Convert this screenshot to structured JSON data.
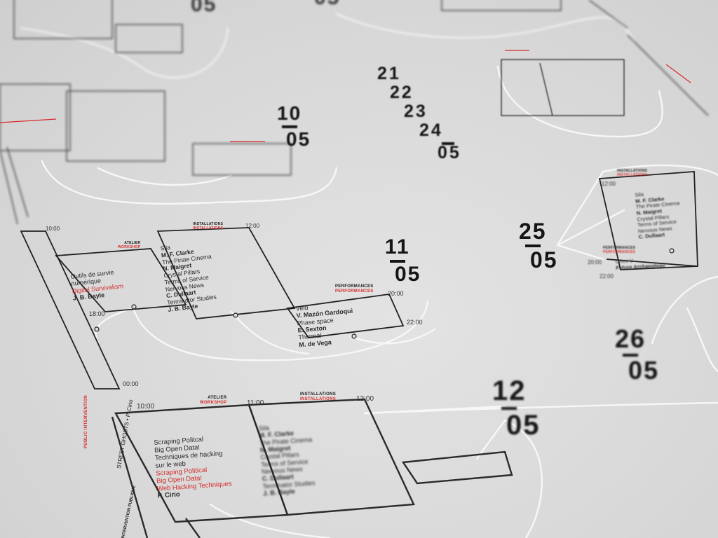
{
  "dates": {
    "top_group": [
      "21",
      "22",
      "23",
      "24",
      "05"
    ],
    "d10": {
      "day": "10",
      "month": "05"
    },
    "d11": {
      "day": "11",
      "month": "05"
    },
    "d12": {
      "day": "12",
      "month": "05"
    },
    "d25": {
      "day": "25",
      "month": "05"
    },
    "d26": {
      "day": "26",
      "month": "05"
    },
    "top_cut": "05"
  },
  "times": {
    "t1000": "10:00",
    "t1100": "11:00",
    "t1200": "12:00",
    "t1800": "18:00",
    "t2000": "20:00",
    "t2200": "22:00",
    "t0000": "00:00"
  },
  "labels": {
    "atelier": "ATELIER",
    "workshop": "WORKSHOP",
    "installations_fr": "INSTALLATIONS",
    "installations_en": "INSTALLATIONS",
    "performances_fr": "PERFORMANCES",
    "performances_en": "PERFORMANCES",
    "public_intervention": "PUBLIC INTERVENTION",
    "intervention_publique": "INTERVENTION PUBLIQUE",
    "street_ghosts": "STREET GHOSTS • P. Cirio"
  },
  "workshop_block": {
    "lines": [
      "Scraping Politcal",
      "Big Open Data!",
      "Techniques de hacking",
      "sur le web"
    ],
    "red_lines": [
      "Scraping Political",
      "Big Open Data!",
      "Web Hacking Techniques"
    ],
    "author": "P. Cirio"
  },
  "install_block": {
    "lines": [
      "Sila",
      "M. F. Clarke",
      "The Pirate Cinema",
      "N. Maigret",
      "Crystal Pillars",
      "Terms of Service",
      "Nervous News",
      "C. Dullaart",
      "Terminator Studies",
      "J. B. Bayle"
    ]
  },
  "mid_workshop": {
    "lines": [
      "Outils de survie",
      "numérique"
    ],
    "red": "Digital Survivalism",
    "author": "J. B. Bayle"
  },
  "perf_block": {
    "lines": [
      "Veld",
      "V. Mazón Gardoqui",
      "Phase space",
      "E. Sexton",
      "Thermal",
      "M. de Vega"
    ]
  },
  "perf25": {
    "lines": [
      "Omni V",
      "Future Archaeology"
    ]
  }
}
